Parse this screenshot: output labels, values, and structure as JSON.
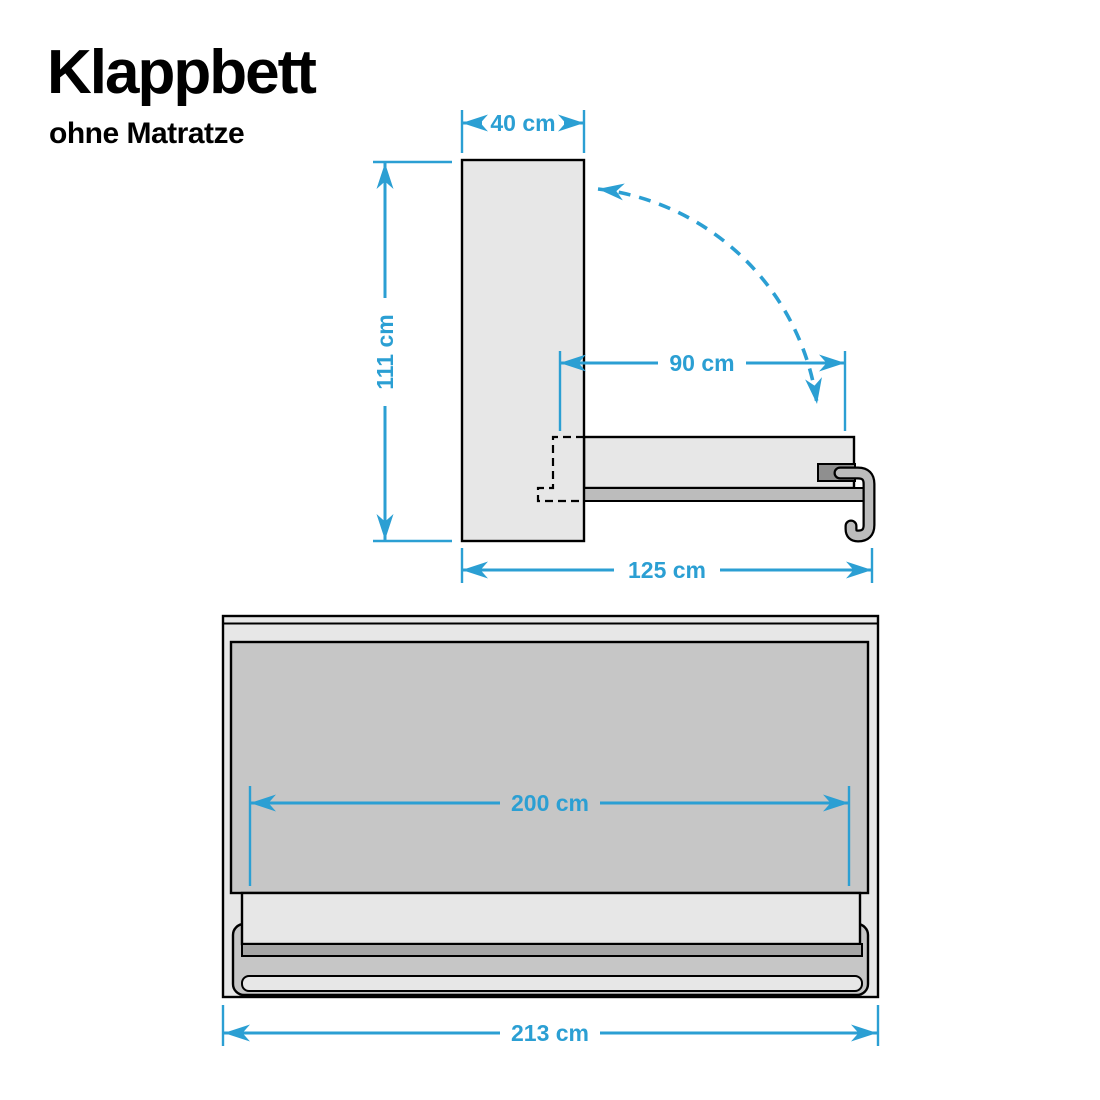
{
  "title": {
    "text": "Klappbett",
    "subtitle": "ohne Matratze"
  },
  "colors": {
    "background": "#ffffff",
    "dimension_blue": "#2b9fd3",
    "outline_black": "#000000",
    "panel_light_gray": "#e7e7e7",
    "panel_mid_gray": "#c6c6c6",
    "slat_gray": "#bcbcbc",
    "rail_dark_gray": "#a6a6a6",
    "fitting_gray": "#8f8f8f"
  },
  "side_view": {
    "dims": {
      "cabinet_width": {
        "label": "40 cm",
        "value": 40,
        "unit": "cm"
      },
      "cabinet_height": {
        "label": "111 cm",
        "value": 111,
        "unit": "cm"
      },
      "bed_depth": {
        "label": "90 cm",
        "value": 90,
        "unit": "cm"
      },
      "total_depth": {
        "label": "125 cm",
        "value": 125,
        "unit": "cm"
      }
    }
  },
  "front_view": {
    "dims": {
      "lying_width": {
        "label": "200 cm",
        "value": 200,
        "unit": "cm"
      },
      "total_width": {
        "label": "213 cm",
        "value": 213,
        "unit": "cm"
      }
    }
  }
}
